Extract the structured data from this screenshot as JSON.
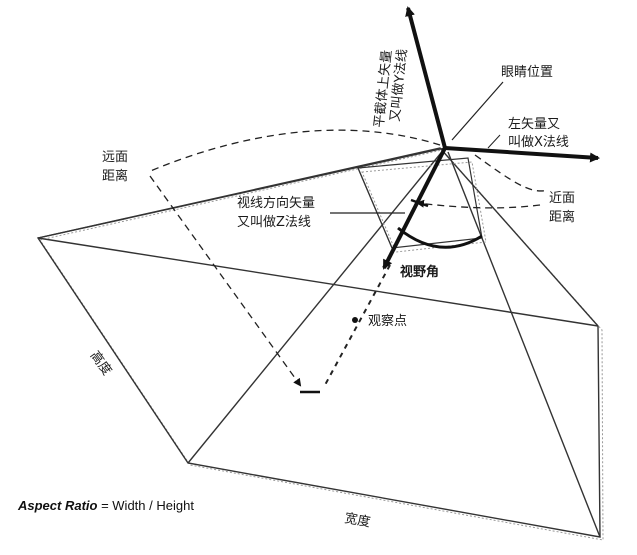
{
  "labels": {
    "up_vector_line1": "平截体上矢量",
    "up_vector_line2": "又叫做Y法线",
    "eye_position": "眼睛位置",
    "left_vector_line1": "左矢量又",
    "left_vector_line2": "叫做X法线",
    "far_plane_line1": "远面",
    "far_plane_line2": "距离",
    "near_plane_line1": "近面",
    "near_plane_line2": "距离",
    "view_dir_line1": "视线方向矢量",
    "view_dir_line2": "又叫做Z法线",
    "field_of_view": "视野角",
    "look_at_point": "观察点",
    "height": "高度",
    "width": "宽度"
  },
  "formula": {
    "term": "Aspect Ratio",
    "rest": " = Width / Height"
  }
}
